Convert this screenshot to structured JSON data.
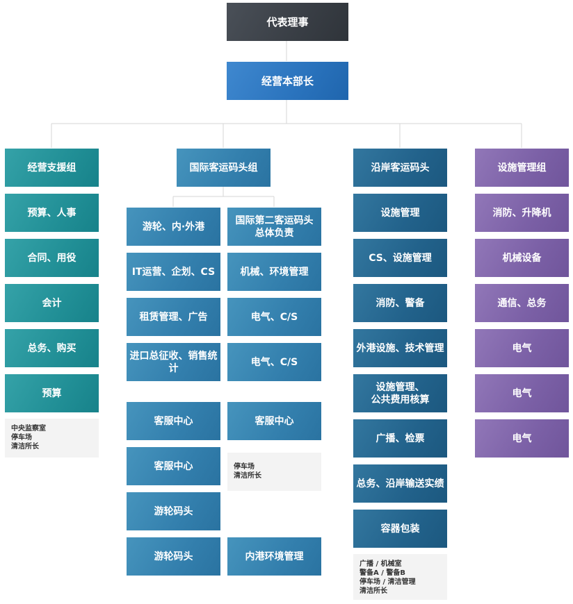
{
  "top": {
    "rep_director": "代表理事",
    "head": "经营本部长"
  },
  "col1": {
    "title": "经营支援组",
    "items": [
      "预算、人事",
      "合同、用役",
      "会计",
      "总务、购买",
      "预算"
    ],
    "note": "中央监察室\n停车场\n清洁所长"
  },
  "col2": {
    "title": "国际客运码头组",
    "left": [
      "游轮、内·外港",
      "IT运营、企划、CS",
      "租赁管理、广告",
      "进口总征收、销售统计"
    ],
    "right": [
      "国际第二客运码头\n总体负责",
      "机械、环境管理",
      "电气、C/S",
      "电气、C/S"
    ],
    "left2": [
      "客服中心",
      "客服中心",
      "游轮码头",
      "游轮码头"
    ],
    "right2": [
      "客服中心",
      "内港环境管理"
    ],
    "note": "停车场\n清洁所长"
  },
  "col3": {
    "title": "沿岸客运码头",
    "items": [
      "设施管理",
      "CS、设施管理",
      "消防、警备",
      "外港设施、技术管理",
      "设施管理、\n公共费用核算",
      "广播、检票",
      "总务、沿岸输送实绩",
      "容器包装"
    ],
    "note": "广播 / 机械室\n警备A / 警备B\n停车场 / 清洁管理\n清洁所长"
  },
  "col4": {
    "title": "设施管理组",
    "items": [
      "消防、升降机",
      "机械设备",
      "通信、总务",
      "电气",
      "电气",
      "电气"
    ]
  }
}
